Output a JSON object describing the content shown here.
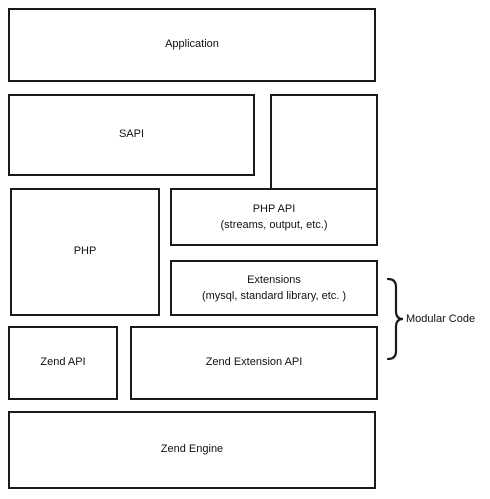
{
  "layers": {
    "application": {
      "label": "Application"
    },
    "sapi": {
      "label": "SAPI"
    },
    "php": {
      "label": "PHP"
    },
    "php_api": {
      "label": "PHP API",
      "sub": "(streams, output, etc.)"
    },
    "extensions": {
      "label": "Extensions",
      "sub": "(mysql, standard library, etc. )"
    },
    "zend_api": {
      "label": "Zend API"
    },
    "zend_extension_api": {
      "label": "Zend Extension API"
    },
    "zend_engine": {
      "label": "Zend Engine"
    }
  },
  "annotation": {
    "modular_code": "Modular Code"
  },
  "colors": {
    "stroke": "#1a1a1a",
    "fill": "#ffffff",
    "text": "#111111"
  }
}
